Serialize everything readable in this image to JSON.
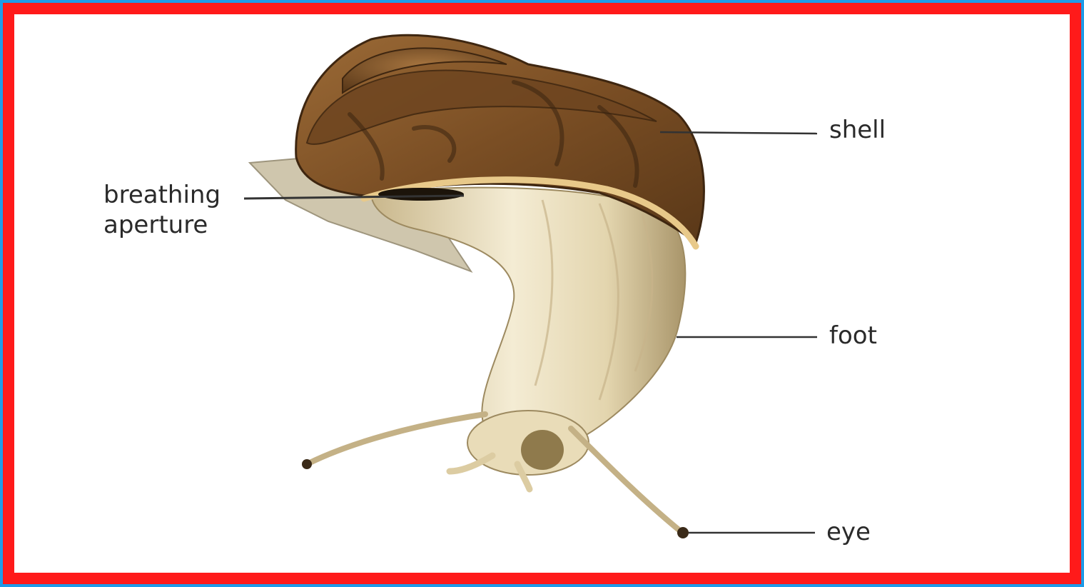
{
  "labels": {
    "shell": "shell",
    "foot": "foot",
    "eye": "eye",
    "breathing_line1": "breathing",
    "breathing_line2": "aperture"
  },
  "colors": {
    "frame_outer": "#1e9be8",
    "frame_border": "#ff1a1a",
    "background": "#ffffff",
    "shell_brown": "#8a5a2b",
    "shell_dark": "#4e3116",
    "shell_rim": "#e8c98a",
    "body_cream": "#efe4c6",
    "body_shadow": "#b8a47a",
    "leader_line": "#333333"
  }
}
